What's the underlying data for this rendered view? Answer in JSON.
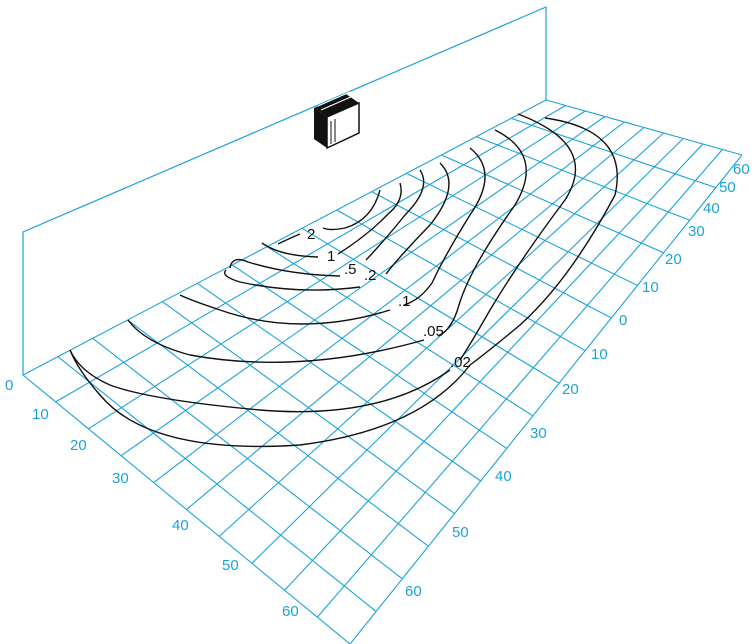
{
  "colors": {
    "grid": "#1aa3d9",
    "contour": "#111111",
    "background": "#ffffff"
  },
  "axes": {
    "depth_ticks": [
      "0",
      "10",
      "20",
      "30",
      "40",
      "50",
      "60"
    ],
    "near_width_ticks": [
      "10",
      "20",
      "30",
      "40",
      "50",
      "60"
    ],
    "far_width_ticks": [
      "0",
      "10",
      "20",
      "30",
      "40",
      "50",
      "60"
    ]
  },
  "contours": [
    {
      "label": "2"
    },
    {
      "label": "1"
    },
    {
      "label": ".5"
    },
    {
      "label": ".2"
    },
    {
      "label": ".1"
    },
    {
      "label": ".05"
    },
    {
      "label": ".02"
    }
  ],
  "source_icon": "wall-mounted-air-conditioner-icon"
}
